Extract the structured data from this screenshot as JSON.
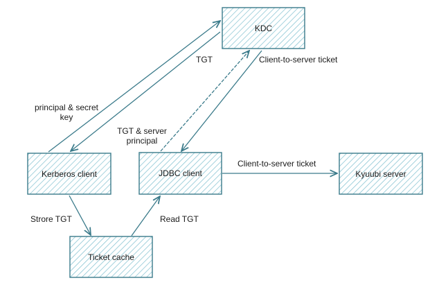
{
  "colors": {
    "stroke": "#3a7a8a",
    "hatch": "#7fbfcf",
    "text": "#1a1a1a"
  },
  "nodes": {
    "kdc": "KDC",
    "kerberos_client": "Kerberos client",
    "jdbc_client": "JDBC client",
    "kyuubi_server": "Kyuubi server",
    "ticket_cache": "Ticket cache"
  },
  "edges": {
    "principal_secret": "principal & secret",
    "principal_secret_2": "key",
    "tgt": "TGT",
    "tgt_server": "TGT & server",
    "tgt_server_2": "principal",
    "client_to_server_kdc": "Client-to-server ticket",
    "client_to_server": "Client-to-server ticket",
    "store_tgt": "Strore TGT",
    "read_tgt": "Read TGT"
  }
}
